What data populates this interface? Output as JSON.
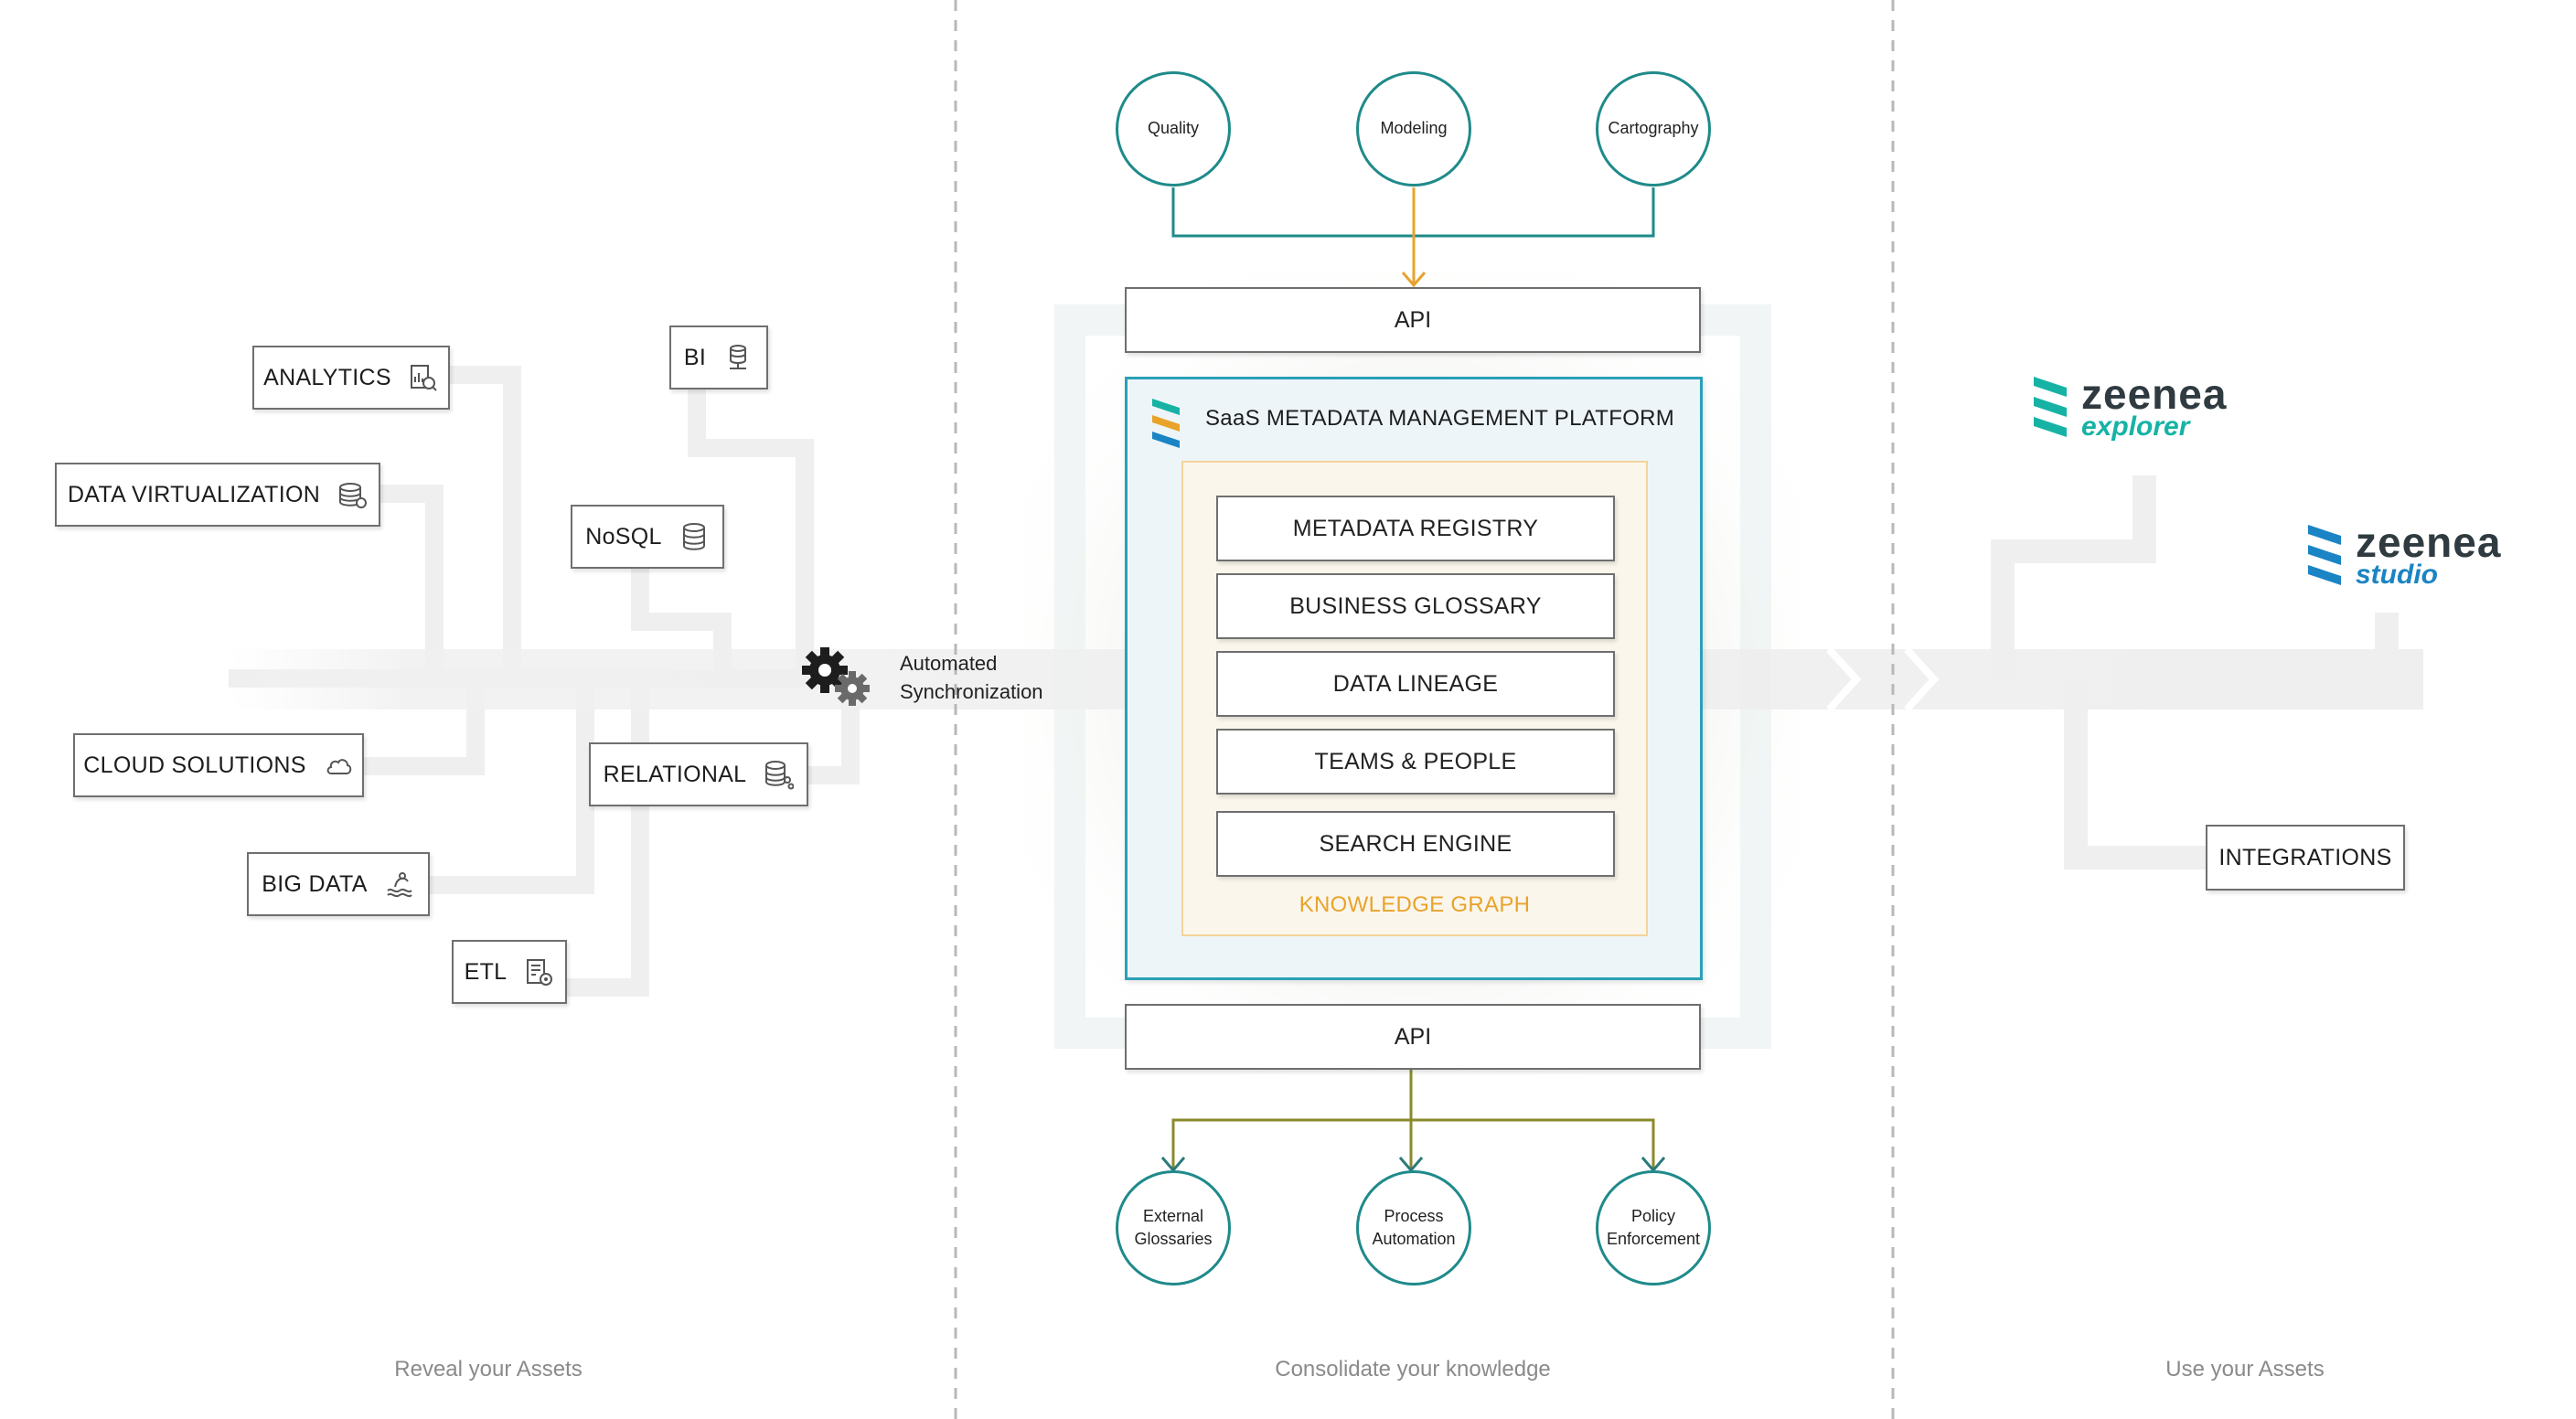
{
  "sources": {
    "analytics": "ANALYTICS",
    "data_virtualization": "DATA VIRTUALIZATION",
    "bi": "BI",
    "nosql": "NoSQL",
    "cloud_solutions": "CLOUD SOLUTIONS",
    "relational": "RELATIONAL",
    "big_data": "BIG DATA",
    "etl": "ETL"
  },
  "sync": {
    "line1": "Automated",
    "line2": "Synchronization"
  },
  "top_circles": [
    "Quality",
    "Modeling",
    "Cartography"
  ],
  "bottom_circles": [
    {
      "line1": "External",
      "line2": "Glossaries"
    },
    {
      "line1": "Process",
      "line2": "Automation"
    },
    {
      "line1": "Policy",
      "line2": "Enforcement"
    }
  ],
  "api_top": "API",
  "api_bottom": "API",
  "platform": {
    "title": "SaaS METADATA MANAGEMENT PLATFORM",
    "modules": [
      "METADATA REGISTRY",
      "BUSINESS GLOSSARY",
      "DATA LINEAGE",
      "TEAMS & PEOPLE",
      "SEARCH ENGINE"
    ],
    "knowledge_graph": "KNOWLEDGE GRAPH"
  },
  "outputs": {
    "explorer": {
      "brand": "zeenea",
      "product": "explorer"
    },
    "studio": {
      "brand": "zeenea",
      "product": "studio"
    },
    "integrations": "INTEGRATIONS"
  },
  "sections": {
    "left": "Reveal your Assets",
    "middle": "Consolidate your knowledge",
    "right": "Use your Assets"
  },
  "colors": {
    "teal": "#1f8a8a",
    "orange": "#e8a32b",
    "olive": "#8a8a2a",
    "blue_frame": "#2aa0b8",
    "brand_teal": "#16b3a5",
    "brand_blue": "#1a84c4",
    "muted_text": "#8a8a8a"
  }
}
